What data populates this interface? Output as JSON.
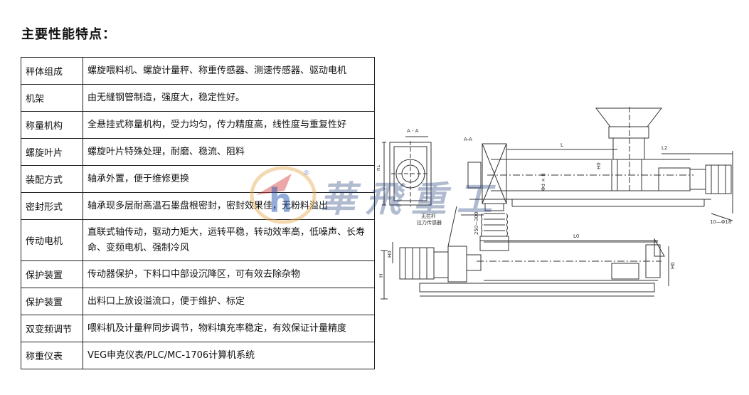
{
  "page": {
    "title": "主要性能特点："
  },
  "spec_rows": [
    {
      "key": "秤体组成",
      "value": "螺旋喂料机、螺旋计量秤、称重传感器、测速传感器、驱动电机"
    },
    {
      "key": "机架",
      "value": "由无缝钢管制造，强度大，稳定性好。"
    },
    {
      "key": "称量机构",
      "value": "全悬挂式称量机构，受力均匀，传力精度高，线性度与重复性好"
    },
    {
      "key": "螺旋叶片",
      "value": "螺旋叶片特殊处理，耐磨、稳流、阻料"
    },
    {
      "key": "装配方式",
      "value": "轴承外置，便于维修更换"
    },
    {
      "key": "密封形式",
      "value": "轴承现多层耐高温石墨盘根密封，密封效果佳，无粉料溢出"
    },
    {
      "key": "传动电机",
      "value": "直联式轴传动，驱动力矩大，运转平稳，转动效率高，低噪声、长寿命、变频电机、强制冷风"
    },
    {
      "key": "保护装置",
      "value": " 传动器保护，下料口中部设沉降区，可有效去除杂物"
    },
    {
      "key": "保护装置",
      "value": "出料口上放设溢流口，便于维护、标定"
    },
    {
      "key": "双变频调节",
      "value": "喂料机及计量秤同步调节，物料填充率稳定，有效保证计量精度"
    },
    {
      "key": "称重仪表",
      "value": "VEG申克仪表/PLC/MC-1706计算机系统"
    }
  ],
  "watermark": {
    "text": "華飛重工",
    "logo_letter": "h",
    "logo_mark": "®"
  },
  "drawing": {
    "labels": {
      "aa_small": "A - A",
      "aa": "A-A",
      "l": "L",
      "l2": "L2",
      "h0_top": "H0",
      "h1": "h1",
      "dia": "Φd × 8",
      "dim_250": "250~300",
      "sensor_1": "无拉杆",
      "sensor_2": "拉力传感器",
      "bolt": "10—Φ18",
      "l0": "L0",
      "h0_left": "H0",
      "h_left": "H",
      "h0_right": "H0"
    },
    "colors": {
      "line": "#333333"
    }
  }
}
